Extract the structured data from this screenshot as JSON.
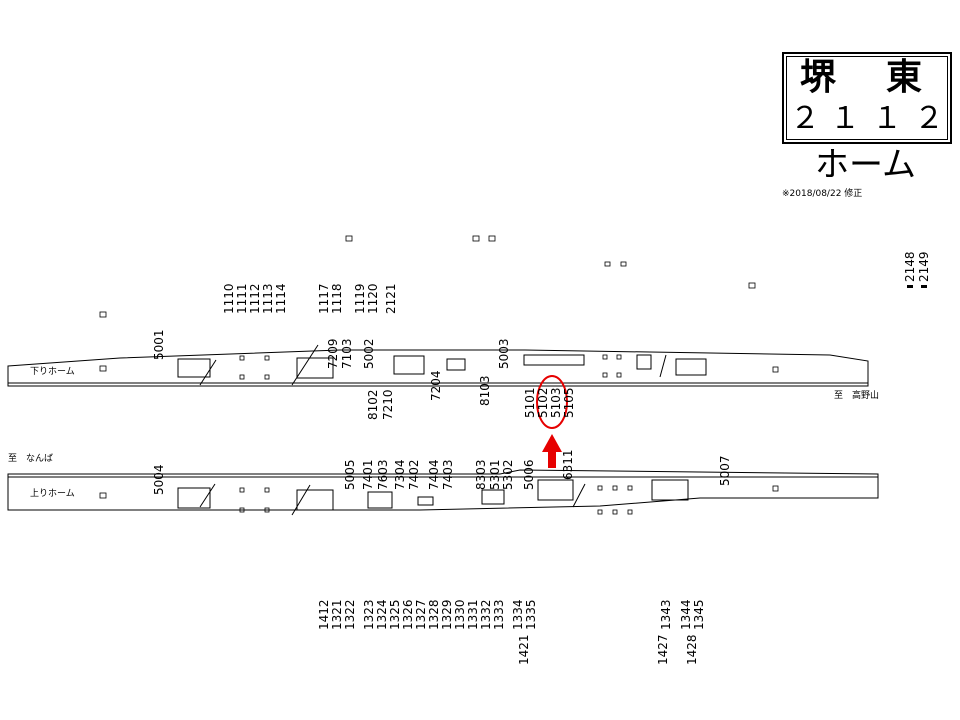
{
  "station": {
    "name_1": "堺",
    "name_2": "東",
    "code": [
      "２",
      "１",
      "１",
      "２"
    ],
    "subtitle": "ホーム",
    "revised": "※2018/08/22 修正"
  },
  "platforms": {
    "down": "下りホーム",
    "up": "上りホーム"
  },
  "directions": {
    "to_koyasan": "至　高野山",
    "to_namba": "至　なんば"
  },
  "ids": {
    "top_right": [
      "2148",
      "2149"
    ],
    "top_group": [
      "1110",
      "1111",
      "1112",
      "1113",
      "1114",
      "1117",
      "1118",
      "1119",
      "1120",
      "2121"
    ],
    "down_above": [
      "5001",
      "7209",
      "7103",
      "5002",
      "5003"
    ],
    "down_below": [
      "8102",
      "7210",
      "7204",
      "8103"
    ],
    "target_group": [
      "5101",
      "5102",
      "5103",
      "5105"
    ],
    "up_above": [
      "5004",
      "5005",
      "7401",
      "7603",
      "7304",
      "7402",
      "7404",
      "7403",
      "8303",
      "5301",
      "5302",
      "5006",
      "6311",
      "5007"
    ],
    "bottom_group": [
      "1412",
      "1321",
      "1322",
      "1323",
      "1324",
      "1325",
      "1326",
      "1327",
      "1328",
      "1329",
      "1330",
      "1331",
      "1332",
      "1333",
      "1334",
      "1335",
      "1421",
      "1343",
      "1427",
      "1344",
      "1345",
      "1428"
    ]
  },
  "colors": {
    "highlight": "#e60000",
    "ink": "#000000"
  }
}
